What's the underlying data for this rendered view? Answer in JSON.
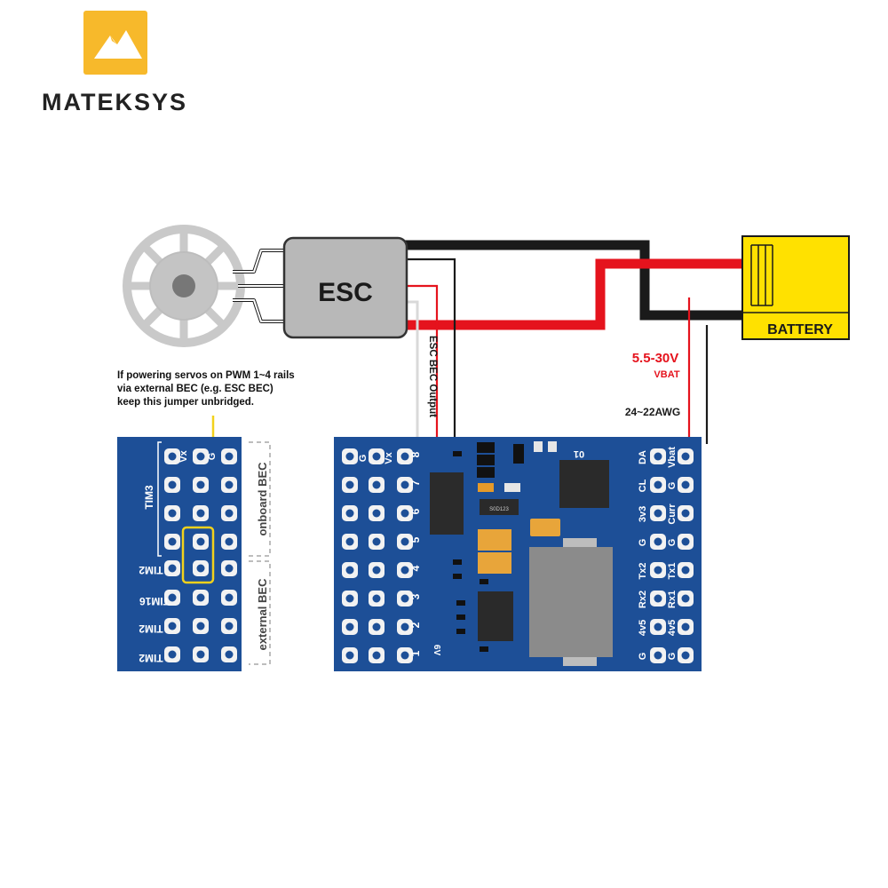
{
  "brand": {
    "name": "MATEKSYS",
    "logo_color": "#f7b92b"
  },
  "components": {
    "esc_label": "ESC",
    "battery_label": "BATTERY",
    "esc_bec_output": "ESC BEC Output"
  },
  "power": {
    "voltage": "5.5-30V",
    "vbat": "VBAT",
    "wire_gauge": "24~22AWG"
  },
  "jumper_note": {
    "line1": "If powering servos on PWM 1~4 rails",
    "line2": "via external BEC (e.g. ESC BEC)",
    "line3": "keep this jumper unbridged."
  },
  "left_board": {
    "tim3": "TIM3",
    "rows": [
      "TIM2",
      "TIM16",
      "TIM2",
      "TIM2"
    ],
    "onboard_bec": "onboard BEC",
    "external_bec": "external BEC",
    "vx": "Vx",
    "g": "G"
  },
  "main_board": {
    "g_label": "G",
    "vx_label": "Vx",
    "pwm_numbers": [
      "8",
      "7",
      "6",
      "5",
      "4",
      "3",
      "2",
      "1"
    ],
    "chip_id": "01",
    "ic_label": "S0D123",
    "bottom_label": "6V",
    "right_col_a": [
      "DA",
      "CL",
      "3v3",
      "G",
      "Tx2",
      "Rx2",
      "4v5",
      "G"
    ],
    "right_col_b": [
      "Vbat",
      "G",
      "Curr",
      "G",
      "Tx1",
      "Rx1",
      "4v5",
      "G"
    ]
  },
  "colors": {
    "board_blue": "#1d4f97",
    "wire_red": "#e5131d",
    "wire_black": "#1a1a1a",
    "wire_white": "#d9d9d9",
    "battery_yellow": "#ffe100",
    "esc_gray": "#b8b8b8"
  }
}
